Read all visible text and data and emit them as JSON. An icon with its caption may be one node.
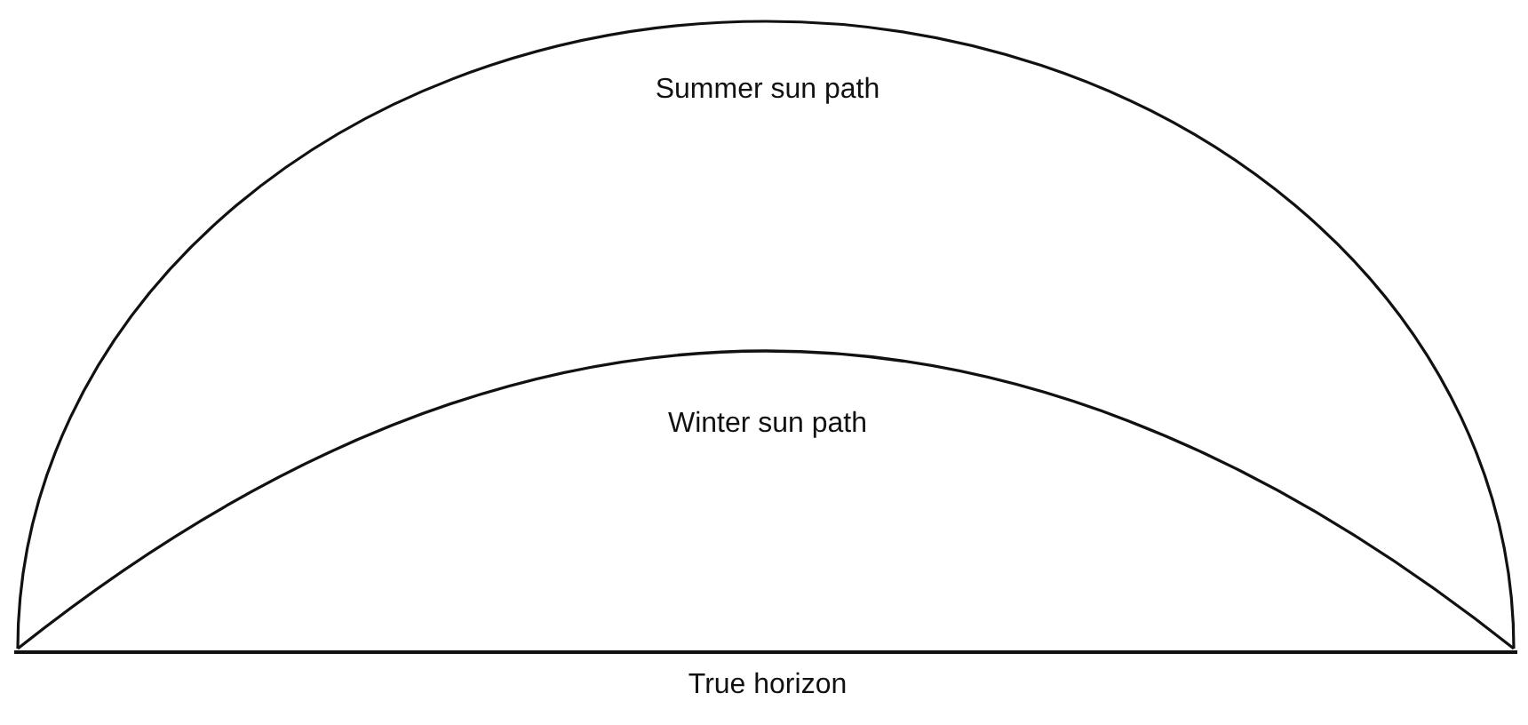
{
  "diagram": {
    "labels": [
      "Summer sun path",
      "Winter sun path",
      "True horizon"
    ]
  }
}
